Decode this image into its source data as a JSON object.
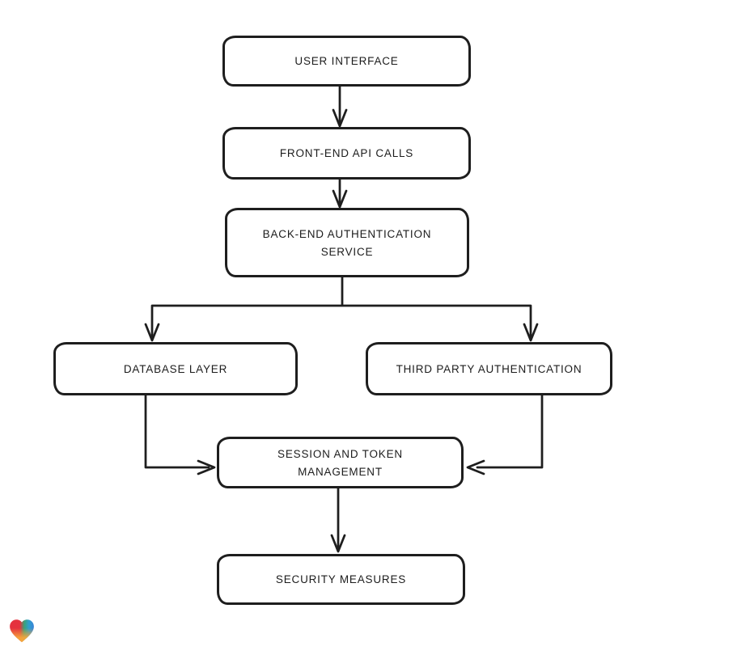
{
  "diagram": {
    "nodes": {
      "user_interface": {
        "lines": [
          "USER INTERFACE"
        ]
      },
      "front_end_api_calls": {
        "lines": [
          "FRONT-END API CALLS"
        ]
      },
      "back_end_auth_service": {
        "lines": [
          "BACK-END AUTHENTICATION",
          "SERVICE"
        ]
      },
      "database_layer": {
        "lines": [
          "DATABASE LAYER"
        ]
      },
      "third_party_auth": {
        "lines": [
          "THIRD PARTY AUTHENTICATION"
        ]
      },
      "session_token_mgmt": {
        "lines": [
          "SESSION AND TOKEN",
          "MANAGEMENT"
        ]
      },
      "security_measures": {
        "lines": [
          "SECURITY MEASURES"
        ]
      }
    },
    "edges": [
      {
        "from": "user_interface",
        "to": "front_end_api_calls"
      },
      {
        "from": "front_end_api_calls",
        "to": "back_end_auth_service"
      },
      {
        "from": "back_end_auth_service",
        "to": "database_layer"
      },
      {
        "from": "back_end_auth_service",
        "to": "third_party_auth"
      },
      {
        "from": "database_layer",
        "to": "session_token_mgmt"
      },
      {
        "from": "third_party_auth",
        "to": "session_token_mgmt"
      },
      {
        "from": "session_token_mgmt",
        "to": "security_measures"
      }
    ],
    "colors": {
      "stroke": "#1e1e1e",
      "node_fill": "#ffffff",
      "background": "#ffffff"
    },
    "logo": {
      "icon": "gradient-heart-icon",
      "colors": {
        "red": "#e5323e",
        "green": "#3ba277",
        "blue": "#2f9fd0",
        "orange": "#f6a63c"
      }
    }
  }
}
